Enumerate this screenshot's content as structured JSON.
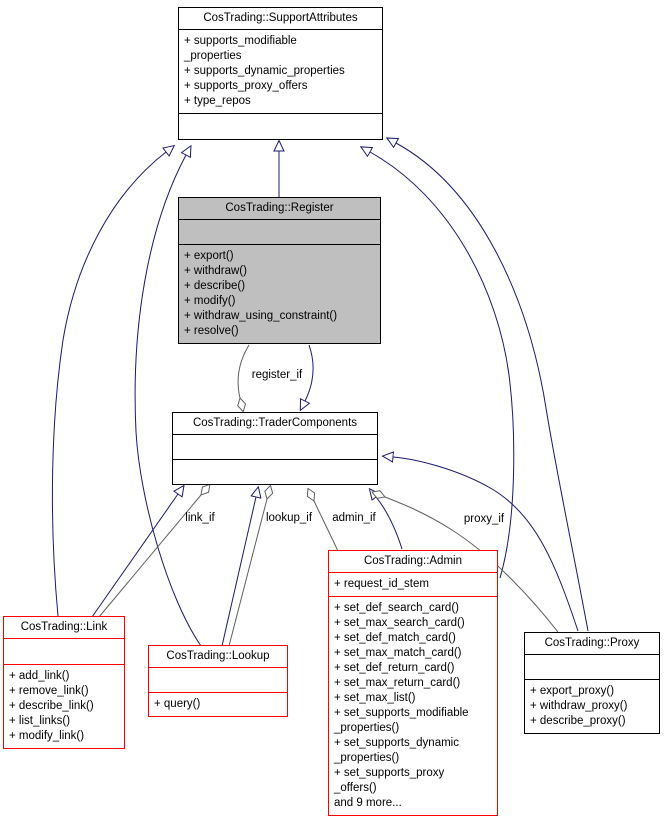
{
  "diagram": {
    "colors": {
      "node_border": "#000000",
      "truncated_node_border": "#ff0000",
      "current_node_fill": "#bfbfbf",
      "inheritance_edge": "#191970",
      "member_edge": "#5f5f5f",
      "background": "#ffffff"
    },
    "classes": [
      {
        "id": "supportattributes",
        "title": "CosTrading::SupportAttributes",
        "attributes": [
          "+ supports_modifiable",
          "_properties",
          "+ supports_dynamic_properties",
          "+ supports_proxy_offers",
          "+ type_repos"
        ],
        "methods": []
      },
      {
        "id": "register",
        "title": "CosTrading::Register",
        "attributes": [],
        "methods": [
          "+ export()",
          "+ withdraw()",
          "+ describe()",
          "+ modify()",
          "+ withdraw_using_constraint()",
          "+ resolve()"
        ]
      },
      {
        "id": "tradercomponents",
        "title": "CosTrading::TraderComponents",
        "attributes": [],
        "methods": []
      },
      {
        "id": "link",
        "title": "CosTrading::Link",
        "attributes": [],
        "methods": [
          "+ add_link()",
          "+ remove_link()",
          "+ describe_link()",
          "+ list_links()",
          "+ modify_link()"
        ]
      },
      {
        "id": "lookup",
        "title": "CosTrading::Lookup",
        "attributes": [],
        "methods": [
          "+ query()"
        ]
      },
      {
        "id": "admin",
        "title": "CosTrading::Admin",
        "attributes": [
          "+ request_id_stem"
        ],
        "methods": [
          "+ set_def_search_card()",
          "+ set_max_search_card()",
          "+ set_def_match_card()",
          "+ set_max_match_card()",
          "+ set_def_return_card()",
          "+ set_max_return_card()",
          "+ set_max_list()",
          "+ set_supports_modifiable",
          "_properties()",
          "+ set_supports_dynamic",
          "_properties()",
          "+ set_supports_proxy",
          "_offers()",
          "and 9 more..."
        ]
      },
      {
        "id": "proxy",
        "title": "CosTrading::Proxy",
        "attributes": [],
        "methods": [
          "+ export_proxy()",
          "+ withdraw_proxy()",
          "+ describe_proxy()"
        ]
      }
    ],
    "edges": [
      {
        "label": "register_if",
        "type": "aggregation",
        "owner": "CosTrading::TraderComponents",
        "member_type": "CosTrading::Register"
      },
      {
        "label": "link_if",
        "type": "aggregation",
        "owner": "CosTrading::TraderComponents",
        "member_type": "CosTrading::Link"
      },
      {
        "label": "lookup_if",
        "type": "aggregation",
        "owner": "CosTrading::TraderComponents",
        "member_type": "CosTrading::Lookup"
      },
      {
        "label": "admin_if",
        "type": "aggregation",
        "owner": "CosTrading::TraderComponents",
        "member_type": "CosTrading::Admin"
      },
      {
        "label": "proxy_if",
        "type": "aggregation",
        "owner": "CosTrading::TraderComponents",
        "member_type": "CosTrading::Proxy"
      },
      {
        "label": "",
        "type": "inheritance",
        "derived": "CosTrading::Register",
        "base": "CosTrading::SupportAttributes"
      },
      {
        "label": "",
        "type": "inheritance",
        "derived": "CosTrading::Link",
        "base": "CosTrading::SupportAttributes"
      },
      {
        "label": "",
        "type": "inheritance",
        "derived": "CosTrading::Lookup",
        "base": "CosTrading::SupportAttributes"
      },
      {
        "label": "",
        "type": "inheritance",
        "derived": "CosTrading::Admin",
        "base": "CosTrading::SupportAttributes"
      },
      {
        "label": "",
        "type": "inheritance",
        "derived": "CosTrading::Proxy",
        "base": "CosTrading::SupportAttributes"
      },
      {
        "label": "",
        "type": "inheritance",
        "derived": "CosTrading::Register",
        "base": "CosTrading::TraderComponents"
      },
      {
        "label": "",
        "type": "inheritance",
        "derived": "CosTrading::Link",
        "base": "CosTrading::TraderComponents"
      },
      {
        "label": "",
        "type": "inheritance",
        "derived": "CosTrading::Lookup",
        "base": "CosTrading::TraderComponents"
      },
      {
        "label": "",
        "type": "inheritance",
        "derived": "CosTrading::Admin",
        "base": "CosTrading::TraderComponents"
      },
      {
        "label": "",
        "type": "inheritance",
        "derived": "CosTrading::Proxy",
        "base": "CosTrading::TraderComponents"
      }
    ]
  }
}
